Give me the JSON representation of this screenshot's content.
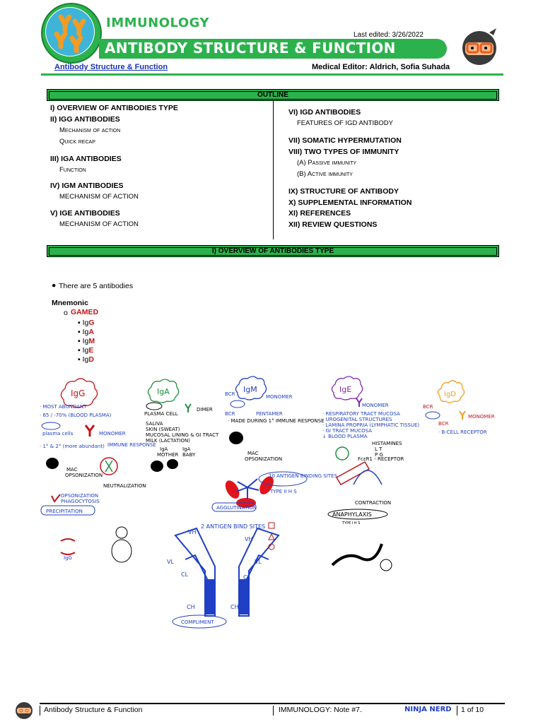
{
  "header": {
    "topic": "IMMUNOLOGY",
    "title": "ANTIBODY STRUCTURE & FUNCTION",
    "last_edited": "Last edited: 3/26/2022",
    "subtitle_link": "Antibody Structure & Function",
    "editor": "Medical Editor: Aldrich, Sofia Suhada"
  },
  "outline": {
    "heading": "OUTLINE",
    "left": [
      {
        "text": "I) OVERVIEW OF ANTIBODIES TYPE",
        "level": "h"
      },
      {
        "text": "II) IGG ANTIBODIES",
        "level": "h"
      },
      {
        "text": "Mechanism of action",
        "level": "s"
      },
      {
        "text": "Quick recap",
        "level": "s"
      },
      {
        "text": "III) IGA ANTIBODIES",
        "level": "h"
      },
      {
        "text": "Function",
        "level": "s"
      },
      {
        "text": "IV) IGM ANTIBODIES",
        "level": "h"
      },
      {
        "text": "MECHANISM OF ACTION",
        "level": "s"
      },
      {
        "text": "V) IGE ANTIBODIES",
        "level": "h"
      },
      {
        "text": "MECHANISM OF ACTION",
        "level": "s"
      }
    ],
    "right": [
      {
        "text": "VI) IGD ANTIBODIES",
        "level": "h"
      },
      {
        "text": "FEATURES OF IGD ANTIBODY",
        "level": "s"
      },
      {
        "text": "VII) SOMATIC HYPERMUTATION",
        "level": "h"
      },
      {
        "text": "VIII) TWO TYPES OF IMMUNITY",
        "level": "h"
      },
      {
        "text": "(A) Passive immunity",
        "level": "s"
      },
      {
        "text": "(B) Active immunity",
        "level": "s"
      },
      {
        "text": "IX) STRUCTURE OF ANTIBODY",
        "level": "h"
      },
      {
        "text": "X) SUPPLEMENTAL INFORMATION",
        "level": "h"
      },
      {
        "text": "XI) REFERENCES",
        "level": "h"
      },
      {
        "text": "XII) REVIEW QUESTIONS",
        "level": "h"
      }
    ]
  },
  "section1": {
    "heading": "I)  OVERVIEW OF ANTIBODIES TYPE",
    "bullet": "There are 5 antibodies",
    "mnemonic_label": "Mnemonic",
    "mnemonic_word": "GAMED",
    "items": [
      {
        "prefix": "Ig",
        "letter": "G"
      },
      {
        "prefix": "Ig",
        "letter": "A"
      },
      {
        "prefix": "Ig",
        "letter": "M"
      },
      {
        "prefix": "Ig",
        "letter": "E"
      },
      {
        "prefix": "Ig",
        "letter": "D"
      }
    ]
  },
  "sketch": {
    "igg": {
      "label": "IgG",
      "notes": [
        "· MOST ABUNDANT",
        "· 65 / -70% (BLOOD PLASMA)",
        "plasma cells",
        "· 1° & 2° (more abundant)",
        "MONOMER",
        "IMMUNE RESPONSE",
        "MAC",
        "OPSONIZATION",
        "NEUTRALIZATION",
        "OPSONIZATION",
        "PHAGOCYTOSIS",
        "PRECIPITATION",
        "IgG"
      ]
    },
    "iga": {
      "label": "IgA",
      "notes": [
        "PLASMA CELL",
        "DIMER",
        "SALIVA",
        "SKIN (SWEAT)",
        "MUCOSAL LINING & GI TRACT",
        "MILK (LACTATION)",
        "IgA",
        "MOTHER",
        "IgA",
        "BABY"
      ]
    },
    "igm": {
      "label": "IgM",
      "notes": [
        "BCR",
        "MONOMER",
        "BCR",
        "PENTAMER",
        "· MADE DURING 1° IMMUNE RESPONSE",
        "MAC",
        "OPSONIZATION",
        "10 ANTIGEN BINDING SITES",
        "TYPE II H S",
        "AGGLUTINATION"
      ]
    },
    "ige": {
      "label": "IgE",
      "notes": [
        "MONOMER",
        "· RESPIRATORY TRACT MUCOSA",
        "· UROGENITAL STRUCTURES",
        "· LAMINA PROPRIA (LYMPHATIC TISSUE)",
        "· GI TRACT MUCOSA",
        "↓ BLOOD PLASMA",
        "HISTAMINES",
        "L T",
        "P G",
        "FcεR1 - RECEPTOR",
        "CONTRACTION",
        "ANAPHYLAXIS",
        "TYPE I H S"
      ]
    },
    "igd": {
      "label": "IgD",
      "notes": [
        "BCR",
        "BCR",
        "MONOMER",
        "· B-CELL RECEPTOR"
      ]
    },
    "structure": {
      "notes": [
        "VH",
        "2 ANTIGEN BIND SITES",
        "VH",
        "VL",
        "CL",
        "VL",
        "CL",
        "CH",
        "CH",
        "COMPLIMENT"
      ]
    }
  },
  "footer": {
    "left": "Antibody Structure & Function",
    "middle": "IMMUNOLOGY: Note #7.",
    "brand": "NINJA NERD",
    "page": "1 of 10"
  },
  "colors": {
    "green": "#2bb24c",
    "red": "#c0141c",
    "link": "#1a33b3",
    "blue_ink": "#1f3fc4"
  }
}
